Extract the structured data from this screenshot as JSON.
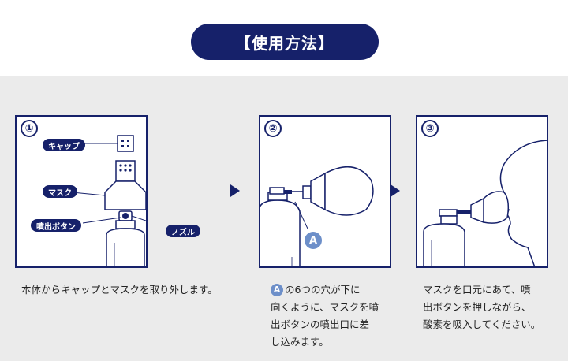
{
  "header": {
    "title": "【使用方法】"
  },
  "colors": {
    "navy": "#16216a",
    "accent_blue": "#6d8fc9",
    "background_gray": "#ebebeb"
  },
  "steps": [
    {
      "number": "①",
      "labels": {
        "cap": "キャップ",
        "mask": "マスク",
        "button": "噴出ボタン",
        "nozzle": "ノズル"
      },
      "caption": [
        "本体からキャップとマスクを取り外します。"
      ]
    },
    {
      "number": "②",
      "callout": "A",
      "caption_badge": "A",
      "caption": [
        "の6つの穴が下に",
        "向くように、マスクを噴",
        "出ボタンの噴出口に差",
        "し込みます。"
      ]
    },
    {
      "number": "③",
      "caption": [
        "マスクを口元にあて、噴",
        "出ボタンを押しながら、",
        "酸素を吸入してください。"
      ]
    }
  ]
}
